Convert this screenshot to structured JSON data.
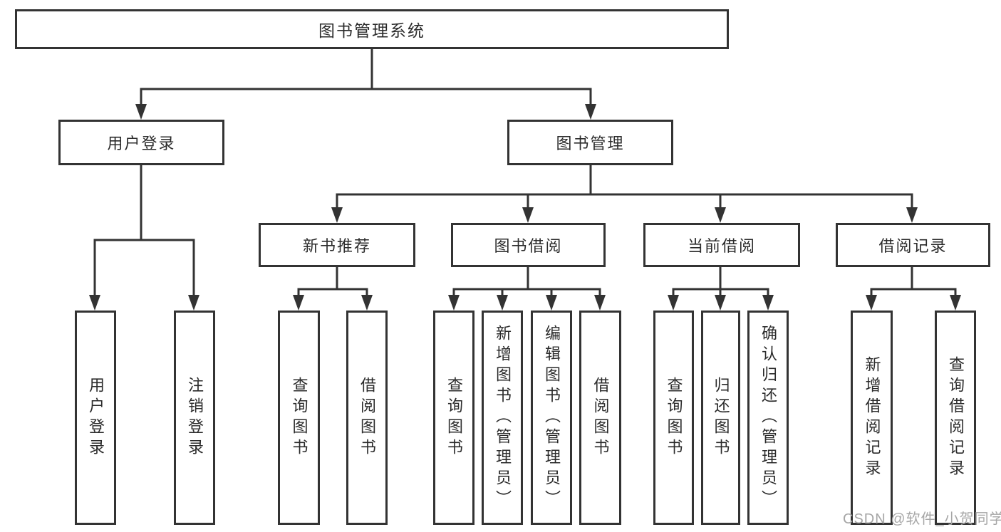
{
  "tree": {
    "label": "图书管理系统",
    "children": [
      {
        "label": "用户登录",
        "children": [
          {
            "label": "用户登录"
          },
          {
            "label": "注销登录"
          }
        ]
      },
      {
        "label": "图书管理",
        "children": [
          {
            "label": "新书推荐",
            "children": [
              {
                "label": "查询图书"
              },
              {
                "label": "借阅图书"
              }
            ]
          },
          {
            "label": "图书借阅",
            "children": [
              {
                "label": "查询图书"
              },
              {
                "label": "新增图书（管理员）"
              },
              {
                "label": "编辑图书（管理员）"
              },
              {
                "label": "借阅图书"
              }
            ]
          },
          {
            "label": "当前借阅",
            "children": [
              {
                "label": "查询图书"
              },
              {
                "label": "归还图书"
              },
              {
                "label": "确认归还（管理员）"
              }
            ]
          },
          {
            "label": "借阅记录",
            "children": [
              {
                "label": "新增借阅记录"
              },
              {
                "label": "查询借阅记录"
              }
            ]
          }
        ]
      }
    ]
  },
  "watermark": {
    "text": "CSDN @软件_小贺同学"
  },
  "colors": {
    "line": "#333333",
    "text": "#2b2b2b",
    "watermark": "#a6a6a6",
    "background": "#ffffff"
  }
}
